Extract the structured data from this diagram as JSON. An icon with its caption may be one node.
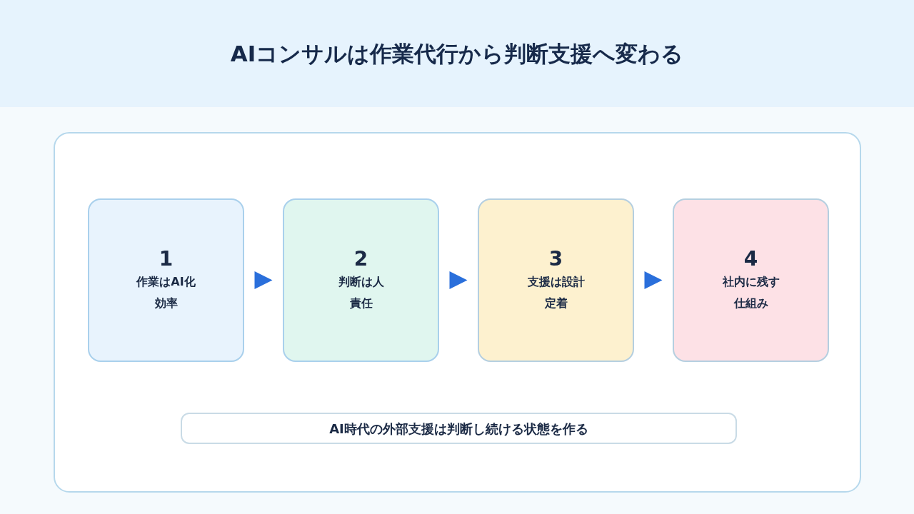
{
  "diagram": {
    "title": "AIコンサルは作業代行から判断支援へ変わる",
    "nodes": [
      {
        "text": [],
        "shape": "box"
      },
      {
        "text": [
          "1",
          "作業はAI化",
          "効率"
        ],
        "in": 0
      },
      {
        "text": [
          "2",
          "判断は人",
          "責任"
        ],
        "in": 0
      },
      {
        "text": [
          "3",
          "支援は設計",
          "定着"
        ],
        "in": 0
      },
      {
        "text": [
          "4",
          "社内に残す",
          "仕組み"
        ],
        "in": 0
      },
      {
        "text": [
          "AI時代の外部支援は判断し続ける状態を作る"
        ],
        "in": 0
      }
    ],
    "edges": [
      {
        "from": 1,
        "to": 2,
        "arrow": "to"
      },
      {
        "from": 2,
        "to": 3,
        "arrow": "to"
      },
      {
        "from": 3,
        "to": 4,
        "arrow": "to"
      }
    ]
  }
}
